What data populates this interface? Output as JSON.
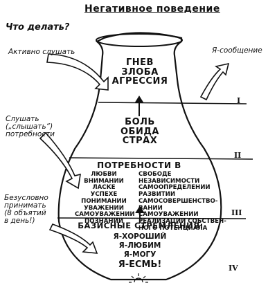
{
  "title": "Негативное поведение",
  "question": "Что делать?",
  "left_labels": {
    "listen_active": "Активно слушать",
    "listen_needs": [
      "Слушать",
      "(„слышать“)",
      "потребности"
    ],
    "accept": [
      "Безусловно",
      "принимать",
      "(8 объятий",
      "в день!)"
    ]
  },
  "right_label": "Я-сообщение",
  "layer1": [
    "ГНЕВ",
    "ЗЛОБА",
    "АГРЕССИЯ"
  ],
  "layer2": [
    "БОЛЬ",
    "ОБИДА",
    "СТРАХ"
  ],
  "layer3": {
    "heading": "ПОТРЕБНОСТИ В",
    "left": [
      "ЛЮБВИ",
      "ВНИМАНИИ",
      "ЛАСКЕ",
      "УСПЕХЕ",
      "ПОНИМАНИИ",
      "УВАЖЕНИИ",
      "САМОУВАЖЕНИИ",
      "ПОЗНАНИИ"
    ],
    "right": [
      "СВОБОДЕ",
      "НЕЗАВИСИМОСТИ",
      "САМООПРЕДЕЛЕНИИ",
      "РАЗВИТИИ",
      "САМОСОВЕРШЕНСТВО-",
      "ВАНИИ",
      "САМОУВАЖЕНИИ",
      "РЕАЛИЗАЦИИ СОБСТВЕН-",
      "НОГО ПОТЕНЦИАЛА"
    ]
  },
  "layer4": {
    "heading": "БАЗИСНЫЕ СТРЕМЛЕНИЯ:",
    "items": [
      "Я-ХОРОШИЙ",
      "Я-ЛЮБИМ",
      "Я-МОГУ",
      "Я-ЕСМЬ!"
    ]
  },
  "roman": [
    "I",
    "II",
    "III",
    "IV"
  ]
}
